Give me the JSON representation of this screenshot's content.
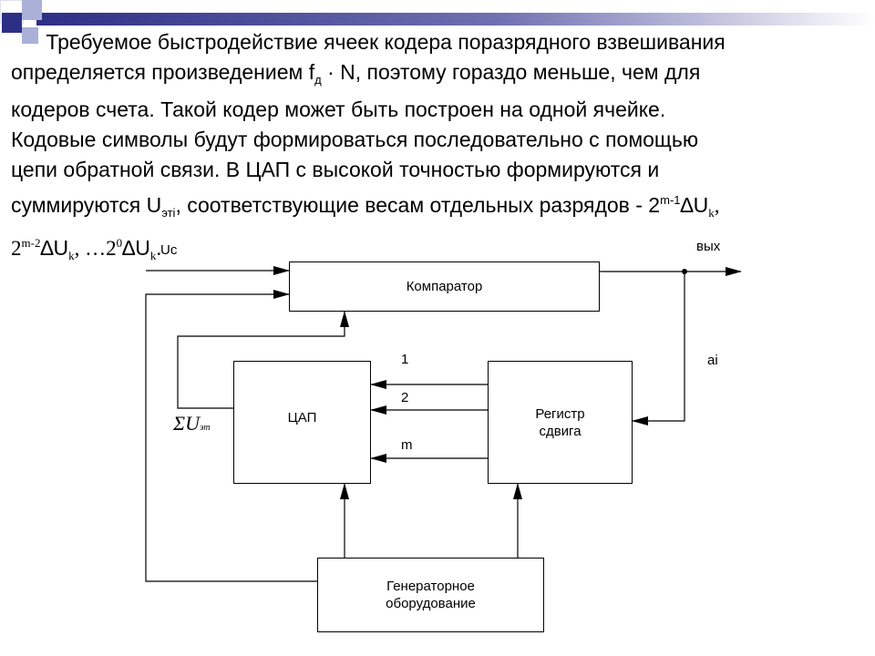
{
  "text": {
    "l1": "Требуемое быстродействие ячеек кодера поразрядного взвешивания",
    "l2a": "определяется произведением f",
    "l2sub": "д",
    "l2b": " · N, поэтому гораздо меньше, чем для",
    "l3": "кодеров счета. Такой кодер может быть построен на одной ячейке.",
    "l4": "Кодовые символы будут формироваться последовательно с помощью",
    "l5": "цепи обратной связи. В ЦАП с высокой точностью формируются и",
    "l6a": "суммируются U",
    "l6sub": "этi",
    "l6b": ", соответствующие весам отдельных разрядов - 2",
    "l6sup": "m-1",
    "l6c": "∆U",
    "l6sub2": "k",
    "l6d": ",",
    "l7a": "2",
    "l7sup": "m-2",
    "l7b": "∆U",
    "l7sub": "k",
    "l7c": ", …2",
    "l7sup2": "0",
    "l7d": "∆U",
    "l7sub2": "k",
    "l7e": "."
  },
  "diagram": {
    "comparator": "Компаратор",
    "dac": "ЦАП",
    "register_l1": "Регистр",
    "register_l2": "сдвига",
    "generator_l1": "Генераторное",
    "generator_l2": "оборудование",
    "input_label": "Uc",
    "output_label": "вых",
    "feedback_label": "ai",
    "bit1": "1",
    "bit2": "2",
    "bitm": "m",
    "sum_symbol": "ΣU",
    "sum_sub": "эт"
  },
  "colors": {
    "header_dark": "#2d2f86",
    "header_mid": "#6f70b0",
    "header_light": "#aab0d8"
  }
}
